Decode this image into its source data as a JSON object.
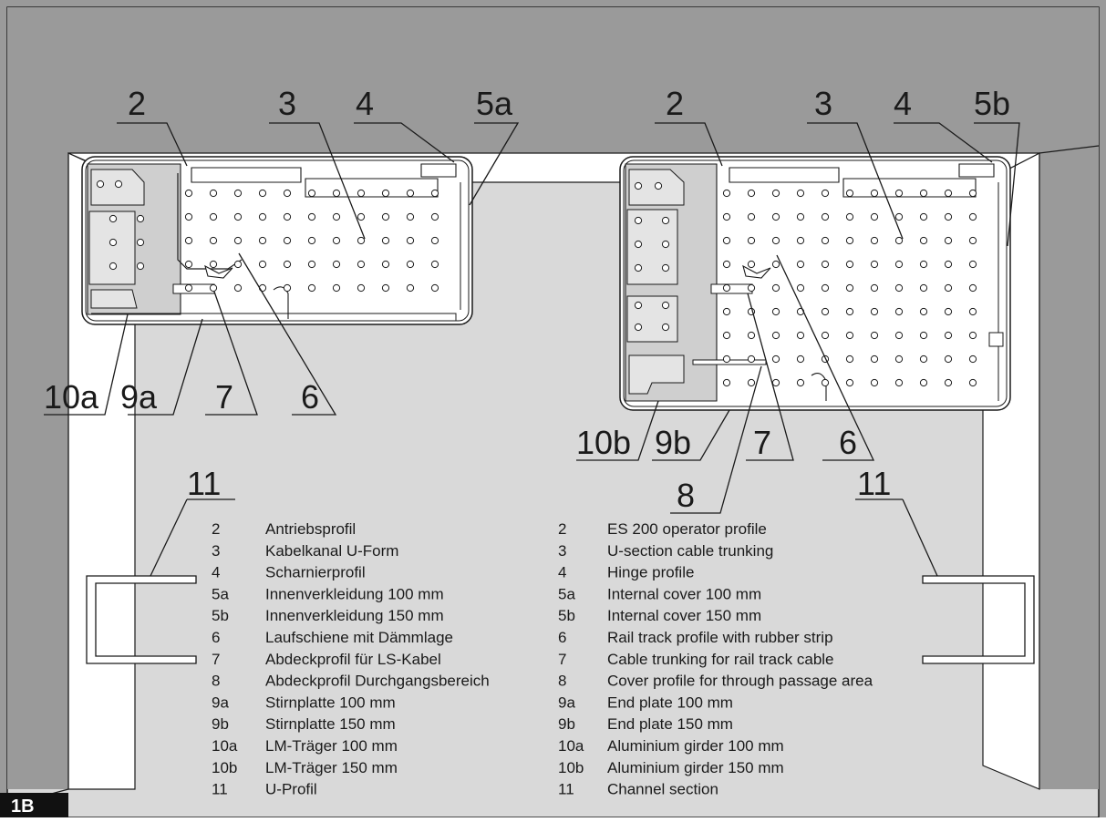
{
  "figure_label": "1B",
  "callouts": {
    "left": {
      "n2": "2",
      "n3": "3",
      "n4": "4",
      "n5": "5a",
      "n10": "10a",
      "n9": "9a",
      "n7": "7",
      "n6": "6",
      "n11": "11"
    },
    "right": {
      "n2": "2",
      "n3": "3",
      "n4": "4",
      "n5": "5b",
      "n10": "10b",
      "n9": "9b",
      "n7": "7",
      "n6": "6",
      "n8": "8",
      "n11": "11"
    }
  },
  "legend_de": [
    {
      "num": "2",
      "text": "Antriebsprofil"
    },
    {
      "num": "3",
      "text": "Kabelkanal U-Form"
    },
    {
      "num": "4",
      "text": "Scharnierprofil"
    },
    {
      "num": "5a",
      "text": "Innenverkleidung 100 mm"
    },
    {
      "num": "5b",
      "text": "Innenverkleidung 150 mm"
    },
    {
      "num": "6",
      "text": "Laufschiene mit Dämmlage"
    },
    {
      "num": "7",
      "text": "Abdeckprofil für LS-Kabel"
    },
    {
      "num": "8",
      "text": "Abdeckprofil Durchgangsbereich"
    },
    {
      "num": "9a",
      "text": "Stirnplatte 100 mm"
    },
    {
      "num": "9b",
      "text": "Stirnplatte 150 mm"
    },
    {
      "num": "10a",
      "text": "LM-Träger 100 mm"
    },
    {
      "num": "10b",
      "text": "LM-Träger 150 mm"
    },
    {
      "num": "11",
      "text": "U-Profil"
    }
  ],
  "legend_en": [
    {
      "num": "2",
      "text": "ES 200 operator profile"
    },
    {
      "num": "3",
      "text": "U-section cable trunking"
    },
    {
      "num": "4",
      "text": "Hinge profile"
    },
    {
      "num": "5a",
      "text": "Internal cover 100 mm"
    },
    {
      "num": "5b",
      "text": "Internal cover 150 mm"
    },
    {
      "num": "6",
      "text": "Rail track profile with rubber strip"
    },
    {
      "num": "7",
      "text": "Cable trunking for rail track cable"
    },
    {
      "num": "8",
      "text": "Cover profile for through passage area"
    },
    {
      "num": "9a",
      "text": "End plate 100 mm"
    },
    {
      "num": "9b",
      "text": "End plate 150 mm"
    },
    {
      "num": "10a",
      "text": "Aluminium girder 100 mm"
    },
    {
      "num": "10b",
      "text": "Aluminium girder 150 mm"
    },
    {
      "num": "11",
      "text": "Channel section"
    }
  ],
  "colors": {
    "frame_grey": "#9a9a9a",
    "panel_grey": "#d9d9d9",
    "profile_fill": "#cfcfcf",
    "badge_bg": "#111111"
  }
}
